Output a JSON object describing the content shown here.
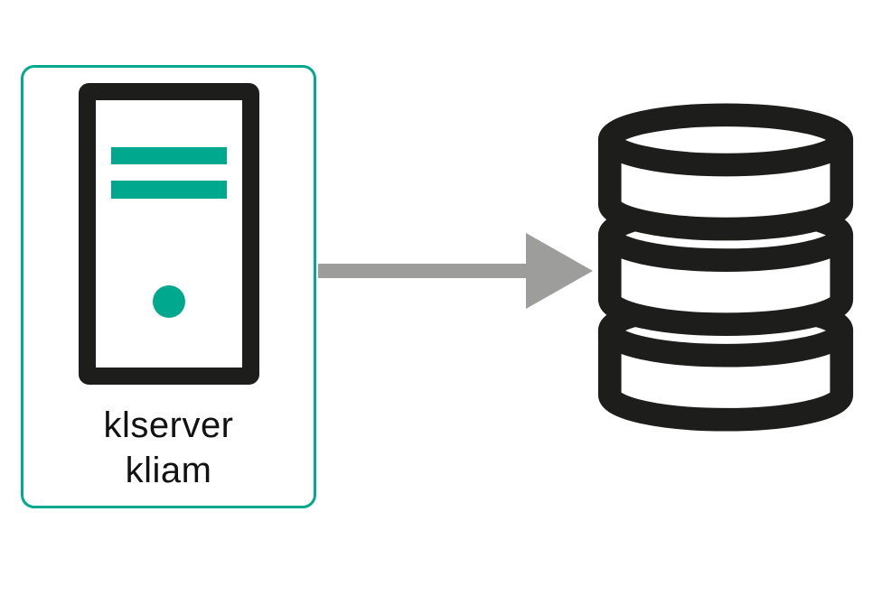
{
  "colors": {
    "accent_teal": "#00a88e",
    "icon_black": "#1d1d1b",
    "arrow_gray": "#9d9d9c",
    "background": "#ffffff",
    "text_black": "#111111"
  },
  "diagram": {
    "server_node": {
      "icon": "server-tower-icon",
      "label_line1": "klserver",
      "label_line2": "kliam"
    },
    "connection": {
      "icon": "arrow-right-icon",
      "direction": "left-to-right"
    },
    "database_node": {
      "icon": "database-icon"
    }
  }
}
